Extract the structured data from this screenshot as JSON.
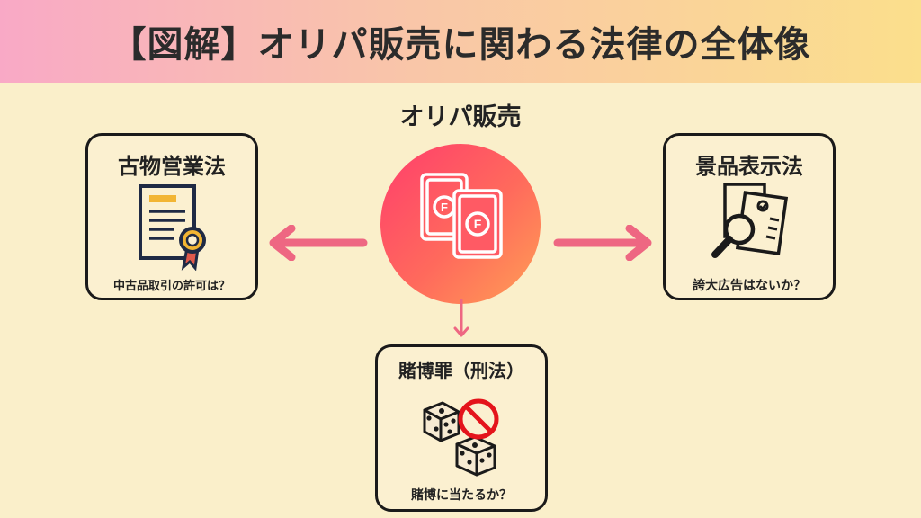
{
  "header": {
    "title": "【図解】オリパ販売に関わる法律の全体像"
  },
  "center": {
    "label": "オリパ販売",
    "icon": "oripa-cards-icon"
  },
  "boxes": {
    "left": {
      "title": "古物営業法",
      "sub": "中古品取引の許可は？",
      "icon": "certificate-icon"
    },
    "right": {
      "title": "景品表示法",
      "sub": "誇大広告はないか？",
      "icon": "document-magnifier-icon"
    },
    "bottom": {
      "title": "賭博罪（刑法）",
      "sub": "賭博に当たるか？",
      "icon": "dice-prohibited-icon"
    }
  },
  "colors": {
    "background": "#faefca",
    "arrow": "#ee6782",
    "circle_start": "#ff3e6c",
    "circle_end": "#ff9f55",
    "box_border": "#1a1a1a"
  }
}
